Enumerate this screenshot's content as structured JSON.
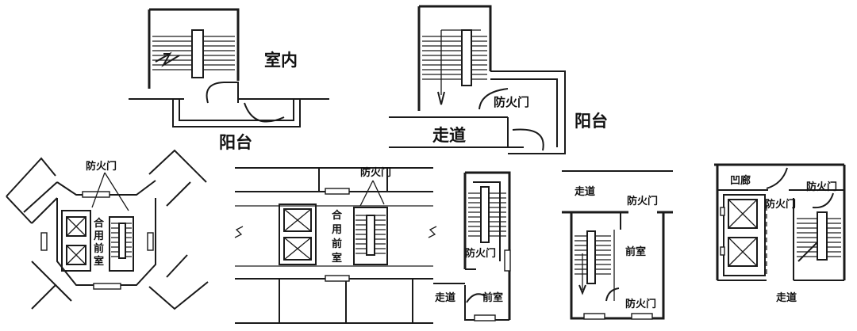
{
  "labels": {
    "top_left_indoor": "室内",
    "top_left_balcony": "阳台",
    "top_right_fire_door": "防火门",
    "top_right_corridor": "走道",
    "top_right_balcony": "阳台",
    "cross_fire_door": "防火门",
    "cross_shared_lobby": [
      "合",
      "用",
      "前",
      "室"
    ],
    "h_fire_door": "防火门",
    "h_shared_lobby": [
      "合",
      "用",
      "前",
      "室"
    ],
    "narrow_fire_door": "防火门",
    "narrow_corridor": "走道",
    "narrow_lobby": "前室",
    "mid_corridor": "走道",
    "mid_fire_door_top": "防火门",
    "mid_lobby": "前室",
    "mid_fire_door_bottom": "防火门",
    "right_recess": "凹廊",
    "right_fire_door_1": "防火门",
    "right_fire_door_2": "防火门",
    "right_corridor": "走道"
  }
}
